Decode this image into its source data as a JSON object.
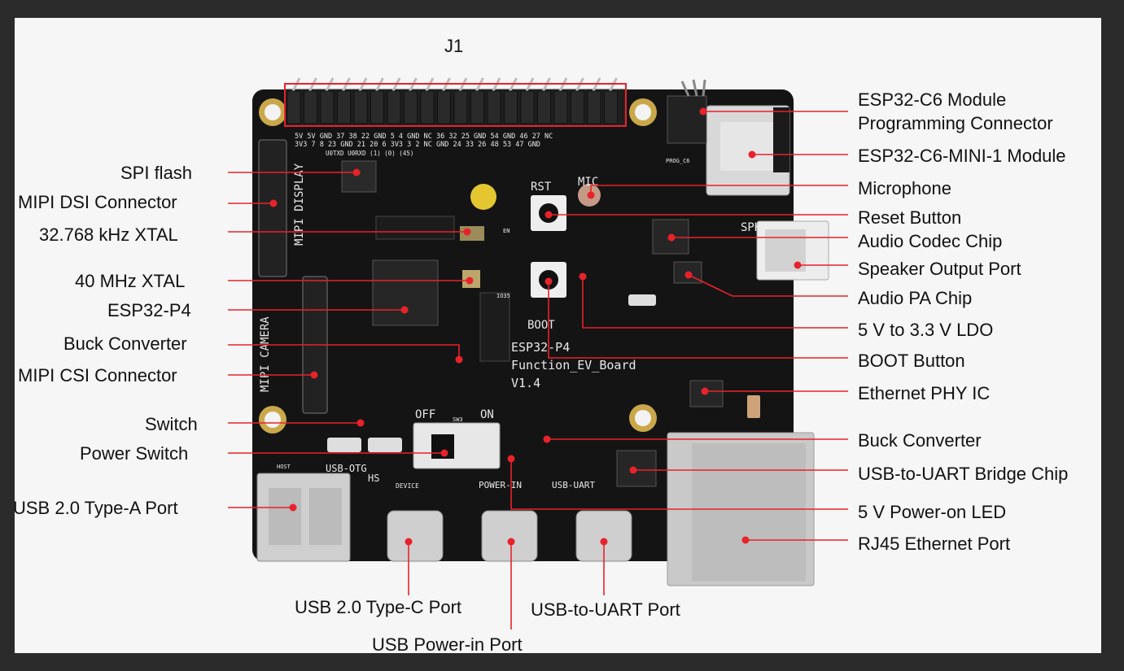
{
  "header_label": "J1",
  "left_labels": [
    {
      "id": "spi-flash",
      "text": "SPI flash"
    },
    {
      "id": "mipi-dsi-connector",
      "text": "MIPI DSI Connector"
    },
    {
      "id": "xtal-32k",
      "text": "32.768 kHz XTAL"
    },
    {
      "id": "xtal-40m",
      "text": "40 MHz XTAL"
    },
    {
      "id": "esp32-p4",
      "text": "ESP32-P4"
    },
    {
      "id": "buck-converter-left",
      "text": "Buck Converter"
    },
    {
      "id": "mipi-csi-connector",
      "text": "MIPI CSI Connector"
    },
    {
      "id": "switch",
      "text": "Switch"
    },
    {
      "id": "power-switch",
      "text": "Power Switch"
    },
    {
      "id": "usb-typea-port",
      "text": "USB 2.0 Type-A Port"
    }
  ],
  "right_labels": [
    {
      "id": "c6-prog",
      "text": "ESP32-C6 Module\nProgramming Connector"
    },
    {
      "id": "c6-module",
      "text": "ESP32-C6-MINI-1 Module"
    },
    {
      "id": "microphone",
      "text": "Microphone"
    },
    {
      "id": "reset-button",
      "text": "Reset Button"
    },
    {
      "id": "audio-codec",
      "text": "Audio Codec Chip"
    },
    {
      "id": "speaker-port",
      "text": "Speaker Output Port"
    },
    {
      "id": "audio-pa",
      "text": "Audio PA Chip"
    },
    {
      "id": "ldo",
      "text": "5 V to 3.3 V LDO"
    },
    {
      "id": "boot-button",
      "text": "BOOT Button"
    },
    {
      "id": "eth-phy",
      "text": "Ethernet PHY IC"
    },
    {
      "id": "buck-converter-right",
      "text": "Buck Converter"
    },
    {
      "id": "usb-uart-bridge",
      "text": "USB-to-UART Bridge Chip"
    },
    {
      "id": "power-led",
      "text": "5 V Power-on LED"
    },
    {
      "id": "rj45",
      "text": "RJ45 Ethernet Port"
    }
  ],
  "bottom_labels": [
    {
      "id": "usb-typec-port",
      "text": "USB 2.0 Type-C Port"
    },
    {
      "id": "usb-uart-port",
      "text": "USB-to-UART Port"
    },
    {
      "id": "usb-power-in",
      "text": "USB Power-in Port"
    }
  ],
  "silkscreen": {
    "board_name_1": "ESP32-P4",
    "board_name_2": "Function_EV_Board",
    "board_version": "V1.4",
    "rst": "RST",
    "boot": "BOOT",
    "mic": "MIC",
    "spk": "SPK",
    "off": "OFF",
    "on": "ON",
    "mipi_display": "MIPI DISPLAY",
    "mipi_camera": "MIPI CAMERA",
    "usb_otg": "USB-OTG",
    "hs": "HS",
    "device": "DEVICE",
    "power_in": "POWER-IN",
    "usb_uart": "USB-UART",
    "host": "HOST",
    "prog_c6": "PROG_C6",
    "en": "EN",
    "io35": "IO35",
    "sw3": "SW3",
    "pin_row_top": "5V  5V GND 37  38  22 GND  5   4  GND NC  36  32  25 GND 54 GND 46  27 NC",
    "pin_row_bottom": "3V3  7  8  23 GND 21  20  6  3V3  3   2  NC GND 24  33  26  48  53  47 GND",
    "pin_row_extra": "U0TXD U0RXD                              (1) (0)                (45)"
  },
  "colors": {
    "board": "#141414",
    "callout_line": "#e8222a",
    "callout_dot": "#e8222a",
    "background": "#f6f6f6"
  }
}
